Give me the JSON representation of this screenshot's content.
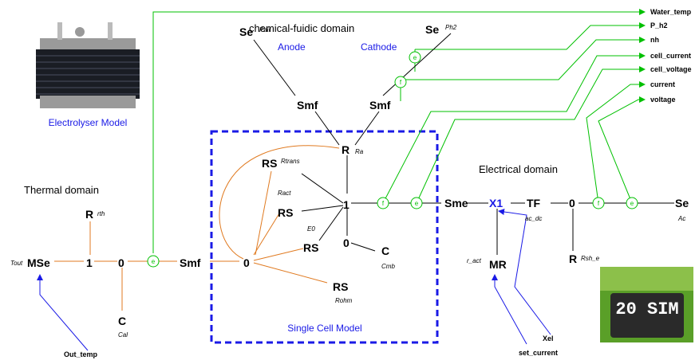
{
  "domains": {
    "chemical": "chemical-fuidic domain",
    "thermal": "Thermal domain",
    "electrical": "Electrical domain",
    "single_cell": "Single Cell Model",
    "electrolyser": "Electrolyser Model",
    "anode": "Anode",
    "cathode": "Cathode"
  },
  "outputs": [
    "Water_temp",
    "P_h2",
    "nh",
    "cell_current",
    "cell_voltage",
    "current",
    "voltage"
  ],
  "inputs": {
    "out_temp": "Out_temp",
    "set_current": "set_current",
    "xel": "Xel"
  },
  "elements": {
    "se_pair": "Se",
    "se_pair_name": "Pair",
    "se_ph2": "Se",
    "se_ph2_name": "Ph2",
    "smf_left": "Smf",
    "smf_right": "Smf",
    "r_ra": "R",
    "r_ra_name": "Ra",
    "rs_rtrans": "RS",
    "rs_rtrans_name": "Rtrans",
    "rs_ract": "RS",
    "rs_ract_name": "Ract",
    "rs_e0": "RS",
    "rs_e0_name": "E0",
    "rs_rohm": "RS",
    "rs_rohm_name": "Rohm",
    "one_cell": "1",
    "zero_cell": "0",
    "zero_main": "0",
    "c_cmb": "C",
    "c_cmb_name": "Cmb",
    "sme": "Sme",
    "x1": "X1",
    "tf": "TF",
    "tf_name": "ac_dc",
    "zero_elec": "0",
    "r_rsh": "R",
    "r_rsh_name": "Rsh_e",
    "se_ac": "Se",
    "se_ac_name": "Ac",
    "mr": "MR",
    "mr_name": "r_act",
    "r_rth": "R",
    "r_rth_name": "rth",
    "mse": "MSe",
    "mse_name": "Tout",
    "one_th": "1",
    "zero_th": "0",
    "c_cal": "C",
    "c_cal_name": "Cal",
    "smf_th": "Smf",
    "junc_e": "e",
    "junc_f": "f"
  },
  "logo": "20 SIM",
  "colors": {
    "signal": "#00c000",
    "thermal": "#e07a20",
    "input": "#1a1ae6",
    "box": "#1a1ae6"
  }
}
